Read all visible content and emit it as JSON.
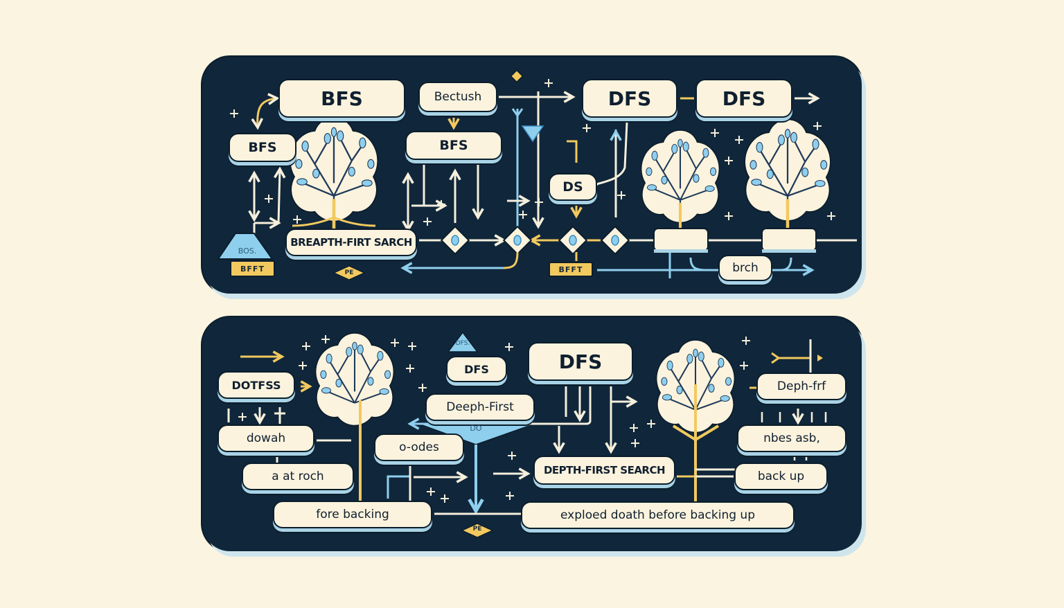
{
  "colors": {
    "background": "#fbf4e0",
    "panel": "#10263a",
    "node_fill": "#fbf3dd",
    "node_shadow": "#a9d3e6",
    "accent_yellow": "#f2c95f",
    "accent_blue": "#8fcfee",
    "connector": "#f5efdc"
  },
  "top_panel": {
    "title_nodes": [
      "BFS",
      "Bectush",
      "DFS",
      "DFS"
    ],
    "nodes": {
      "bfs_main": "BFS",
      "bectush": "Bectush",
      "bfs_left": "BFS",
      "bfs_center": "BFS",
      "dfs_a": "DFS",
      "dfs_b": "DFS",
      "ds": "DS",
      "breadth_first": "BREAPTH-FIRT SARCH",
      "brch": "brch"
    },
    "tags": {
      "bfft_left": "BFFT",
      "bfft_center": "BFFT",
      "pe": "PE"
    },
    "triangle_label": "BOS.",
    "trees": 3
  },
  "bottom_panel": {
    "nodes": {
      "dotfss": "DOTFSS",
      "dowah": "dowah",
      "a_at_roch": "a at roch",
      "fore_backing": "fore backing",
      "dfs_small": "DFS",
      "deeph_first": "Deeph-First",
      "o_odes": "o-odes",
      "dfs_big": "DFS",
      "depth_first_search": "DEPTH-FIRST SEARCH",
      "explored": "exploed doath before backing up",
      "deph_frf": "Deph-frf",
      "nbes_asb": "nbes  asb,",
      "back_up": "back up"
    },
    "tags": {
      "pe": "PE"
    },
    "triangle_label_top": "DFS.",
    "triangle_label_bottom": "DO",
    "trees": 2
  }
}
